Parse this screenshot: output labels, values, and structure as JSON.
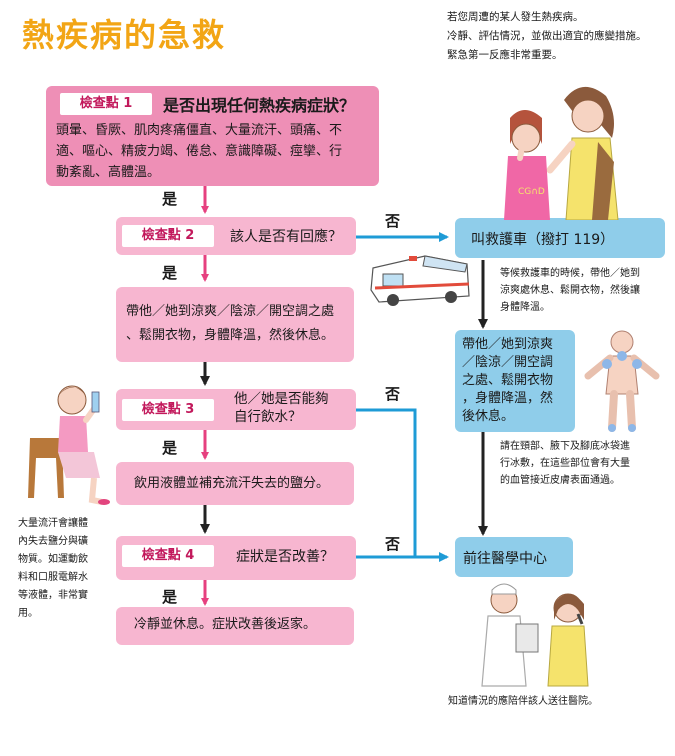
{
  "title": "熱疾病的急救",
  "intro": [
    "若您周遭的某人發生熱疾病。",
    "冷靜、評估情況，並做出適宜的應變措施。",
    "緊急第一反應非常重要。"
  ],
  "check1": {
    "tag": "檢查點 1",
    "question": "是否出現任何熱疾病症狀？",
    "symptoms": [
      "頭暈、昏厥、肌肉疼痛僵直、大量流汗、頭痛、不",
      "適、嘔心、精疲力竭、倦怠、意識障礙、痙攣、行",
      "動紊亂、高體溫。"
    ]
  },
  "yes": "是",
  "no": "否",
  "check2": {
    "tag": "檢查點 2",
    "question": "該人是否有回應？"
  },
  "ambulance": "叫救護車（撥打 119）",
  "ambulance_note": [
    "等候救護車的時候，帶他／她到",
    "涼爽處休息、鬆開衣物，然後讓",
    "身體降溫。"
  ],
  "cool_step": [
    "帶他／她到涼爽／陰涼／開空調之處",
    "、鬆開衣物，身體降溫，然後休息。"
  ],
  "cool_step_right": [
    "帶他／她到涼爽",
    "／陰涼／開空調",
    "之處、鬆開衣物",
    "，身體降溫，然",
    "後休息。"
  ],
  "ice_note": [
    "請在頸部、腋下及腳底冰袋進",
    "行冰敷，在這些部位會有大量",
    "的血管接近皮膚表面通過。"
  ],
  "check3": {
    "tag": "檢查點 3",
    "question": [
      "他／她是否能夠",
      "自行飲水？"
    ]
  },
  "drink": "飲用液體並補充流汗失去的鹽分。",
  "side_note": [
    "大量流汗會讓體",
    "內失去鹽分與礦",
    "物質。如運動飲",
    "料和口服電解水",
    "等液體，非常實",
    "用。"
  ],
  "check4": {
    "tag": "檢查點 4",
    "question": "症狀是否改善？"
  },
  "medical": "前往醫學中心",
  "rest": "冷靜並休息。症狀改善後返家。",
  "medical_note": "知道情況的應陪伴該人送往醫院。",
  "ambulance_label": "CG∩D",
  "colors": {
    "title": "#f2a515",
    "pink_dark": "#ee8fb6",
    "pink_light": "#f7b6d0",
    "blue": "#8fcdea",
    "arrow_pink": "#e6407f",
    "arrow_blue": "#1e9bd6",
    "arrow_dark": "#222222"
  }
}
